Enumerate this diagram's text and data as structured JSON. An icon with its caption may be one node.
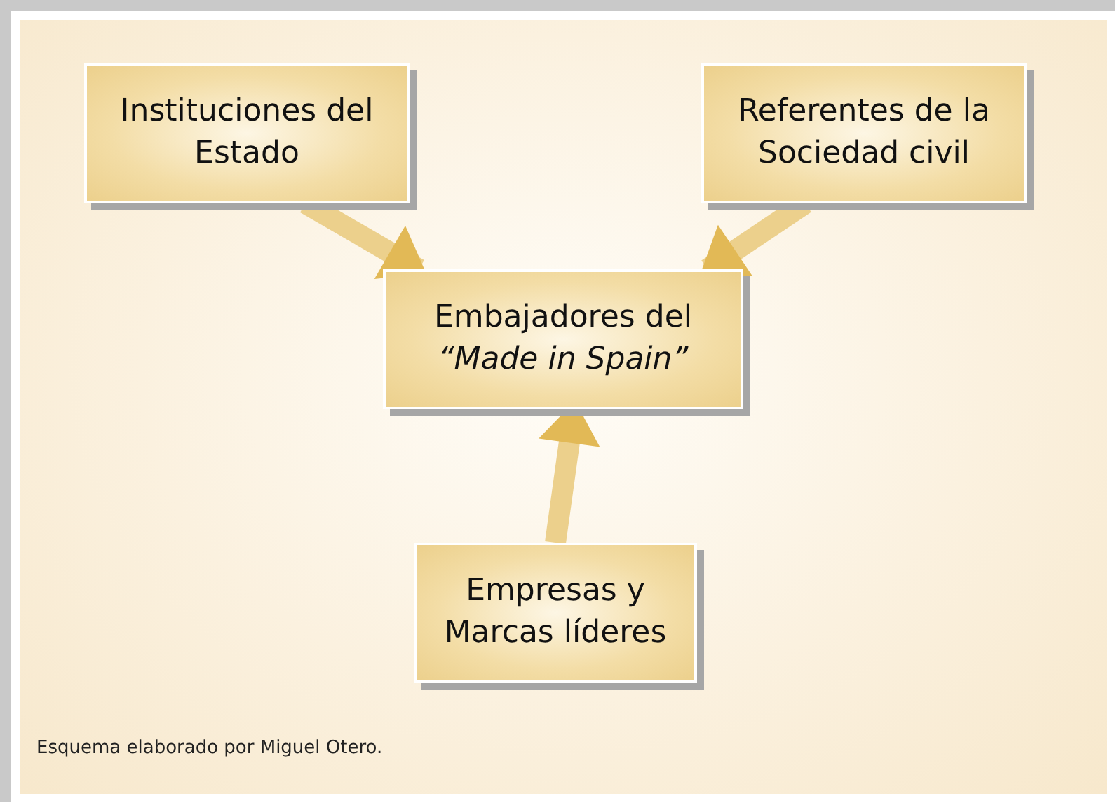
{
  "diagram": {
    "caption": "Esquema elaborado por Miguel Otero.",
    "nodes": [
      {
        "text": [
          "Instituciones del Estado"
        ]
      },
      {
        "text": [
          "Referentes de la Sociedad civil"
        ]
      },
      {
        "text": [
          "Embajadores del *“Made in Spain”*"
        ]
      },
      {
        "text": [
          "Empresas y Marcas líderes"
        ]
      }
    ],
    "edges": [
      {
        "from": 0,
        "to": 2,
        "arrow": "to"
      },
      {
        "from": 1,
        "to": 2,
        "arrow": "to"
      },
      {
        "from": 3,
        "to": 2,
        "arrow": "to"
      }
    ]
  }
}
